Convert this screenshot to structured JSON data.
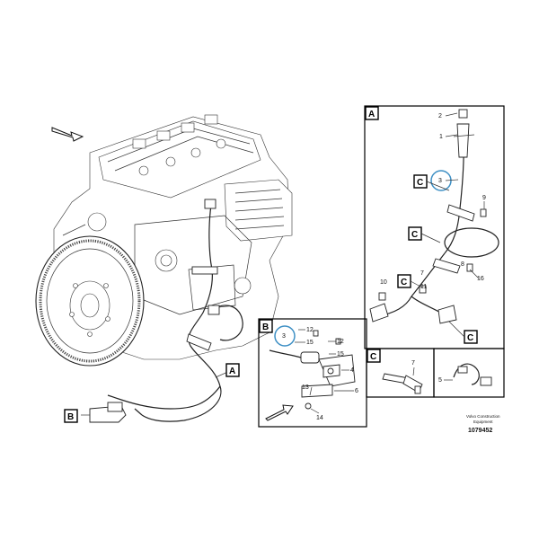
{
  "view_tags": {
    "a": "A",
    "b": "B",
    "c": "C"
  },
  "detail_a_labels": [
    "2",
    "1",
    "3",
    "9",
    "8",
    "16",
    "10",
    "11",
    "7"
  ],
  "detail_b_labels": [
    "12",
    "15",
    "12",
    "15",
    "4",
    "13",
    "6",
    "14",
    "3"
  ],
  "detail_c_labels": [
    "7"
  ],
  "detail_5_labels": [
    "5"
  ],
  "footer": {
    "company_line1": "Volvo Construction",
    "company_line2": "Equipment",
    "drawing_number": "1079452"
  },
  "colors": {
    "line": "#222222",
    "highlight_circle": "#3d8fc4",
    "background": "#ffffff"
  }
}
